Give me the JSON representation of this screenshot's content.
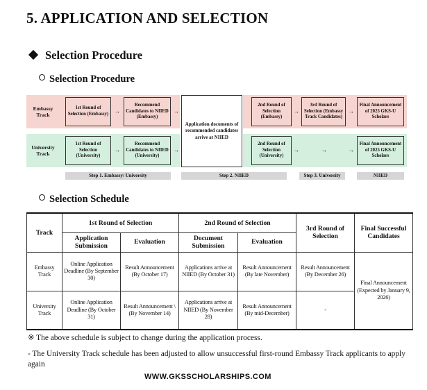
{
  "heading": "5. APPLICATION AND SELECTION",
  "section_title": "Selection Procedure",
  "procedure_subtitle": "Selection Procedure",
  "procedure": {
    "embassy_track_label": "Embassy Track",
    "university_track_label": "University Track",
    "embassy": {
      "b1": "1st Round of Selection (Embassy)",
      "b2": "Recommend Candidates to NIIED (Embassy)",
      "b3": "2nd Round of Selection (Embassy)",
      "b4": "3rd Round of Selection (Embassy Track Candidates)",
      "b5": "Final Announcement of 2025 GKS-U Scholars"
    },
    "center_box": "Application documents of recommended candidates arrive at NIIED",
    "university": {
      "b1": "1st Round of Selection (University)",
      "b2": "Recommend Candidates to NIIED (University)",
      "b3": "2nd Round of Selection (University)",
      "b5": "Final Announcement of 2025 GKS-U Scholars"
    },
    "arrow": "→",
    "steps": [
      "Step 1. Embassy/ University",
      "Step 2. NIIED",
      "Step 3. University",
      "NIIED"
    ]
  },
  "schedule_subtitle": "Selection Schedule",
  "schedule": {
    "headers": {
      "track": "Track",
      "round1": "1st Round of Selection",
      "round2": "2nd Round of Selection",
      "round3": "3rd Round of Selection",
      "final": "Final Successful Candidates",
      "app_submission": "Application Submission",
      "evaluation": "Evaluation",
      "doc_submission": "Document Submission",
      "evaluation2": "Evaluation"
    },
    "embassy": {
      "track": "Embassy Track",
      "r1_app": "Online Application Deadline (By September 30)",
      "r1_eval": "Result Announcement (By October 17)",
      "r2_doc": "Applications arrive at NIIED (By October 31)",
      "r2_eval": "Result Announcement (By late November)",
      "r3": "Result Announcement (By December 26)"
    },
    "university": {
      "track": "University Track",
      "r1_app": "Online Application Deadline (By October 31)",
      "r1_eval": "Result Announcement \\ (By November 14)",
      "r2_doc": "Applications arrive at NIIED (By November 28)",
      "r2_eval": "Result Announcement (By mid-December)",
      "r3": "-"
    },
    "final": "Final Announcement (Expected by January 9, 2026)"
  },
  "note1": "※ The above schedule is subject to change during the application process.",
  "note2": "- The University Track schedule has been adjusted to allow unsuccessful first-round Embassy Track applicants to apply again",
  "footer": "WWW.GKSSCHOLARSHIPS.COM",
  "colors": {
    "embassy_band": "#f6d4cf",
    "university_band": "#d4efde",
    "step_bar": "#d6d6d6"
  }
}
